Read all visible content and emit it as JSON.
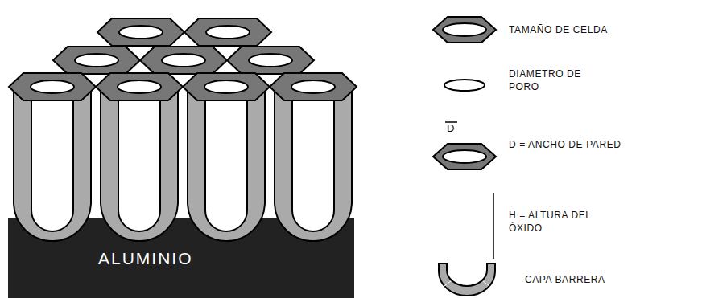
{
  "diagram": {
    "nodes": [
      {
        "text": [
          "ALUMINIO"
        ]
      }
    ],
    "labels": [
      "D"
    ],
    "legend": [
      {
        "text": "TAMAÑO DE CELDA"
      },
      {
        "text": "DIAMETRO DE PORO"
      },
      {
        "text": "D = ANCHO DE PARED"
      },
      {
        "text": "H = ALTURA DEL ÓXIDO"
      },
      {
        "text": "CAPA BARRERA"
      }
    ]
  }
}
